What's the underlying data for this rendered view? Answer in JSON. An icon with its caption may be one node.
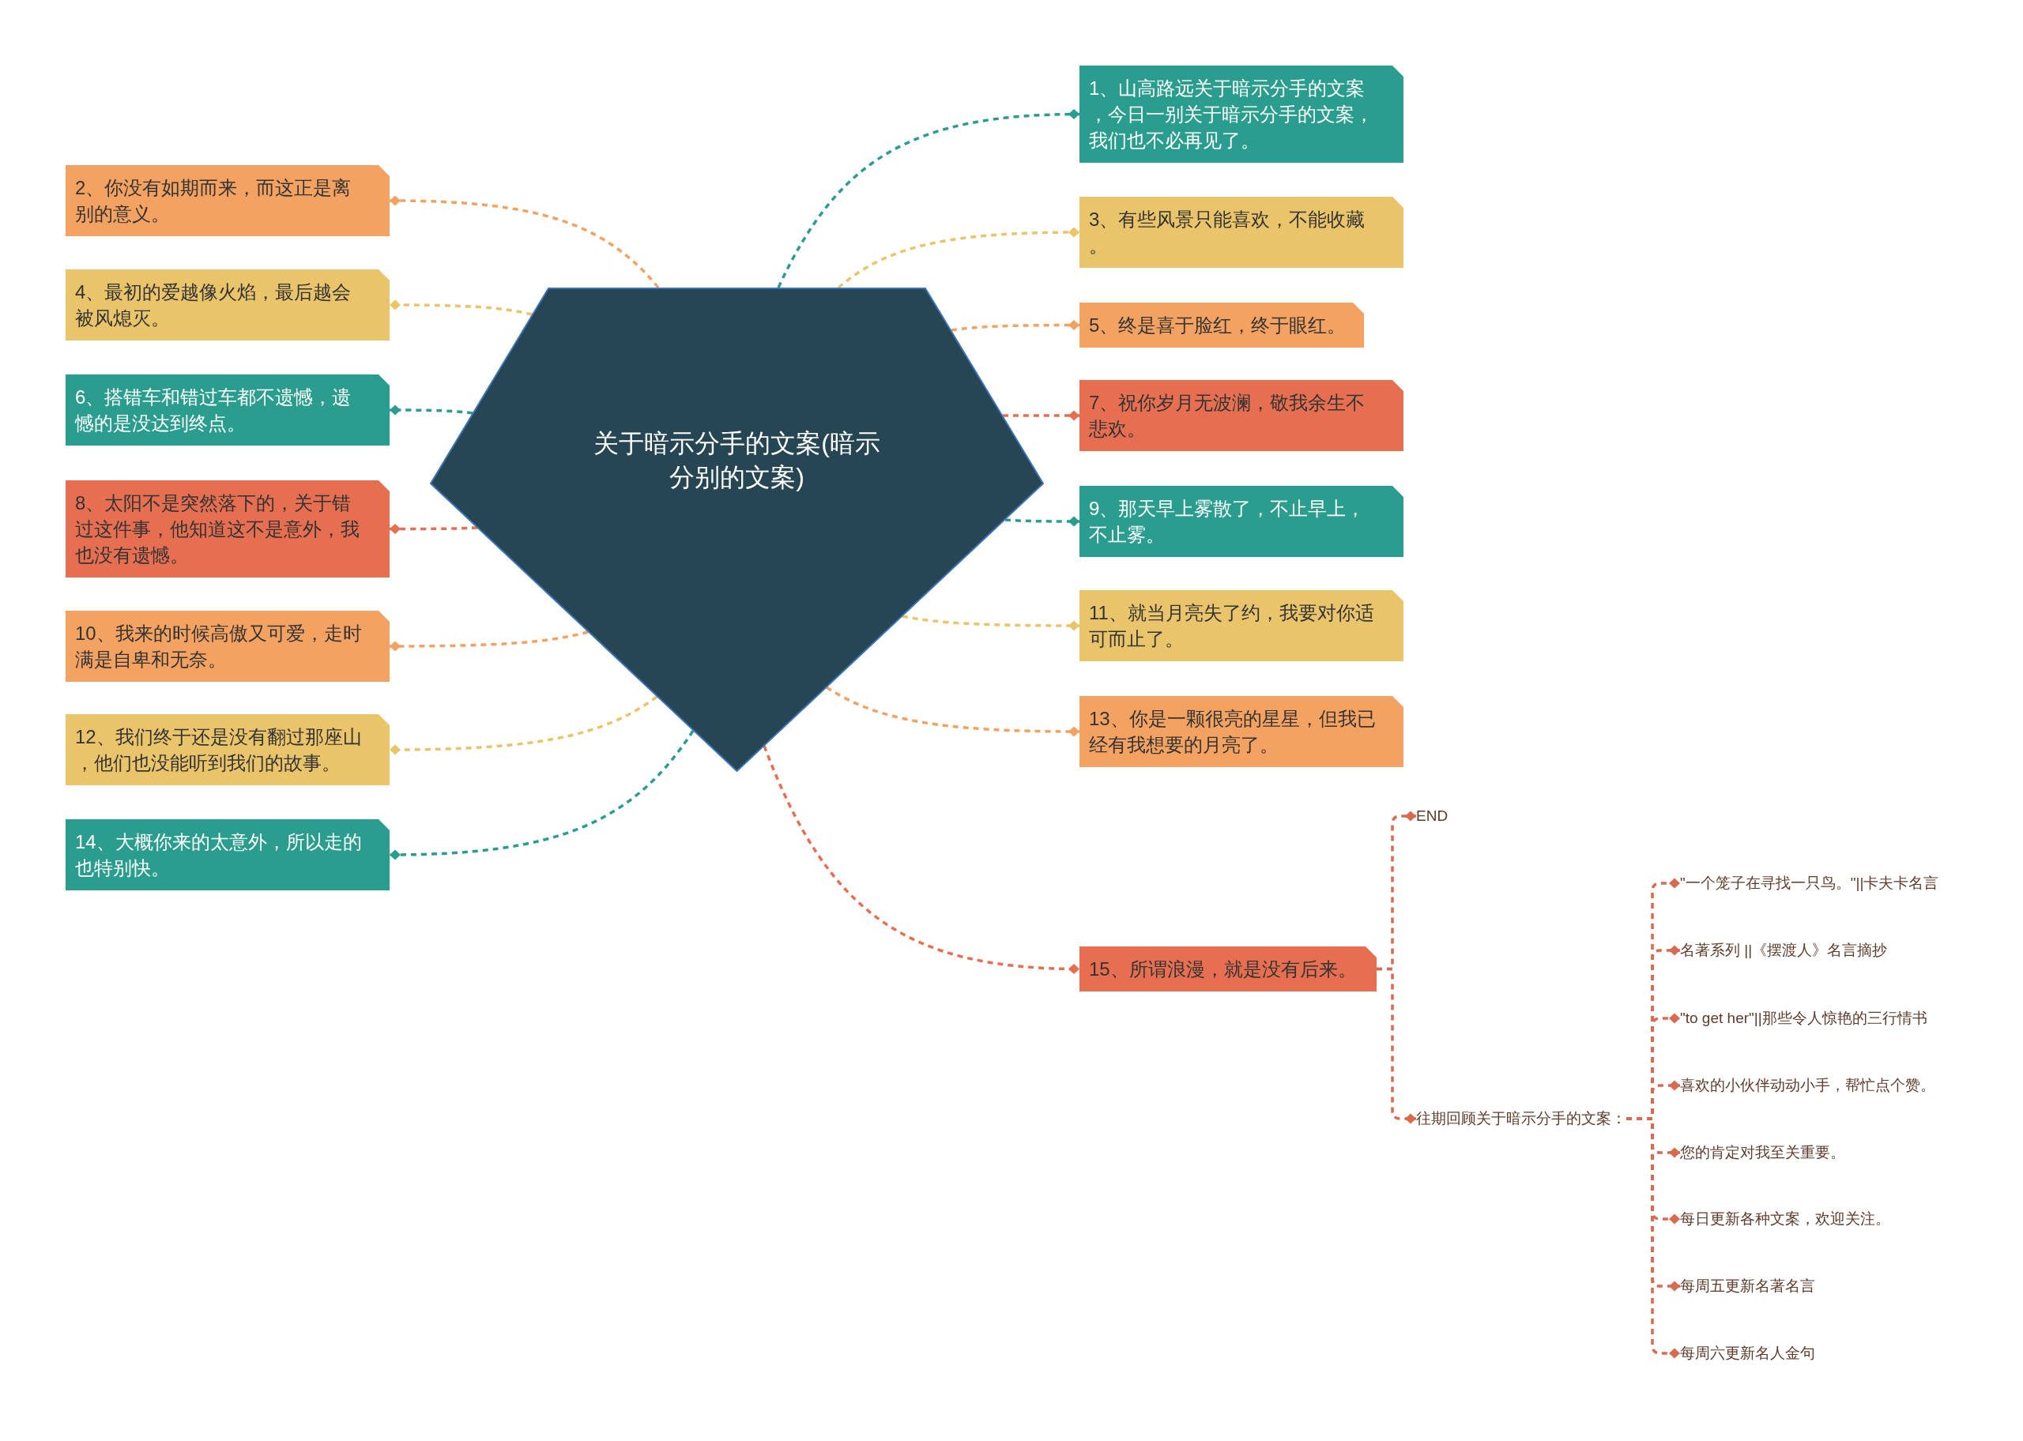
{
  "diagram": {
    "nodes": [
      {
        "text": [
          "关于暗示分手的文案(暗示分别的文案)"
        ]
      },
      {
        "text": [
          "1、山高路远关于暗示分手的文案，今日一别关于暗示分手的文案，我们也不必再见了。"
        ]
      },
      {
        "text": [
          "2、你没有如期而来，而这正是离别的意义。"
        ]
      },
      {
        "text": [
          "3、有些风景只能喜欢，不能收藏。"
        ]
      },
      {
        "text": [
          "4、最初的爱越像火焰，最后越会被风熄灭。"
        ]
      },
      {
        "text": [
          "5、终是喜于脸红，终于眼红。"
        ]
      },
      {
        "text": [
          "6、搭错车和错过车都不遗憾，遗憾的是没达到终点。"
        ]
      },
      {
        "text": [
          "7、祝你岁月无波澜，敬我余生不悲欢。"
        ]
      },
      {
        "text": [
          "8、太阳不是突然落下的，关于错过这件事，他知道这不是意外，我也没有遗憾。"
        ]
      },
      {
        "text": [
          "9、那天早上雾散了，不止早上，不止雾。"
        ]
      },
      {
        "text": [
          "10、我来的时候高傲又可爱，走时满是自卑和无奈。"
        ]
      },
      {
        "text": [
          "11、就当月亮失了约，我要对你适可而止了。"
        ]
      },
      {
        "text": [
          "12、我们终于还是没有翻过那座山，他们也没能听到我们的故事。"
        ]
      },
      {
        "text": [
          "13、你是一颗很亮的星星，但我已经有我想要的月亮了。"
        ]
      },
      {
        "text": [
          "14、大概你来的太意外，所以走的也特别快。"
        ]
      },
      {
        "text": [
          "15、所谓浪漫，就是没有后来。"
        ]
      },
      {
        "text": [
          "END"
        ]
      },
      {
        "text": [
          "往期回顾关于暗示分手的文案："
        ]
      },
      {
        "text": [
          "\"一个笼子在寻找一只鸟。\"||卡夫卡名言"
        ]
      },
      {
        "text": [
          "名著系列 ||《摆渡人》名言摘抄"
        ]
      },
      {
        "text": [
          "\"to get her\"||那些令人惊艳的三行情书"
        ]
      },
      {
        "text": [
          "喜欢的小伙伴动动小手，帮忙点个赞。"
        ]
      },
      {
        "text": [
          "您的肯定对我至关重要。"
        ]
      },
      {
        "text": [
          "每日更新各种文案，欢迎关注。"
        ]
      },
      {
        "text": [
          "每周五更新名著名言"
        ]
      },
      {
        "text": [
          "每周六更新名人金句"
        ]
      }
    ],
    "edges": [
      {
        "from": 0,
        "to": 1,
        "arrow": "other",
        "style": "dashed",
        "color": "#2a9d8f"
      },
      {
        "from": 0,
        "to": 2,
        "arrow": "other",
        "style": "dashed",
        "color": "#f4a261"
      },
      {
        "from": 0,
        "to": 3,
        "arrow": "other",
        "style": "dashed",
        "color": "#e9c46a"
      },
      {
        "from": 0,
        "to": 4,
        "arrow": "other",
        "style": "dashed",
        "color": "#e9c46a"
      },
      {
        "from": 0,
        "to": 5,
        "arrow": "other",
        "style": "dashed",
        "color": "#f4a261"
      },
      {
        "from": 0,
        "to": 6,
        "arrow": "other",
        "style": "dashed",
        "color": "#2a9d8f"
      },
      {
        "from": 0,
        "to": 7,
        "arrow": "other",
        "style": "dashed",
        "color": "#e76f51"
      },
      {
        "from": 0,
        "to": 8,
        "arrow": "other",
        "style": "dashed",
        "color": "#e76f51"
      },
      {
        "from": 0,
        "to": 9,
        "arrow": "other",
        "style": "dashed",
        "color": "#2a9d8f"
      },
      {
        "from": 0,
        "to": 10,
        "arrow": "other",
        "style": "dashed",
        "color": "#f4a261"
      },
      {
        "from": 0,
        "to": 11,
        "arrow": "other",
        "style": "dashed",
        "color": "#e9c46a"
      },
      {
        "from": 0,
        "to": 12,
        "arrow": "other",
        "style": "dashed",
        "color": "#e9c46a"
      },
      {
        "from": 0,
        "to": 13,
        "arrow": "other",
        "style": "dashed",
        "color": "#f4a261"
      },
      {
        "from": 0,
        "to": 14,
        "arrow": "other",
        "style": "dashed",
        "color": "#2a9d8f"
      },
      {
        "from": 0,
        "to": 15,
        "arrow": "other",
        "style": "dashed",
        "color": "#e76f51"
      },
      {
        "from": 15,
        "to": 16,
        "arrow": "other",
        "style": "dashed",
        "color": "#d86a50"
      },
      {
        "from": 15,
        "to": 17,
        "arrow": "other",
        "style": "dashed",
        "color": "#d86a50"
      },
      {
        "from": 17,
        "to": 18,
        "arrow": "other",
        "style": "dashed",
        "color": "#d86a50"
      },
      {
        "from": 17,
        "to": 19,
        "arrow": "other",
        "style": "dashed",
        "color": "#d86a50"
      },
      {
        "from": 17,
        "to": 20,
        "arrow": "other",
        "style": "dashed",
        "color": "#d86a50"
      },
      {
        "from": 17,
        "to": 21,
        "arrow": "other",
        "style": "dashed",
        "color": "#d86a50"
      },
      {
        "from": 17,
        "to": 22,
        "arrow": "other",
        "style": "dashed",
        "color": "#d86a50"
      },
      {
        "from": 17,
        "to": 23,
        "arrow": "other",
        "style": "dashed",
        "color": "#d86a50"
      },
      {
        "from": 17,
        "to": 24,
        "arrow": "other",
        "style": "dashed",
        "color": "#d86a50"
      },
      {
        "from": 17,
        "to": 25,
        "arrow": "other",
        "style": "dashed",
        "color": "#d86a50"
      }
    ]
  }
}
